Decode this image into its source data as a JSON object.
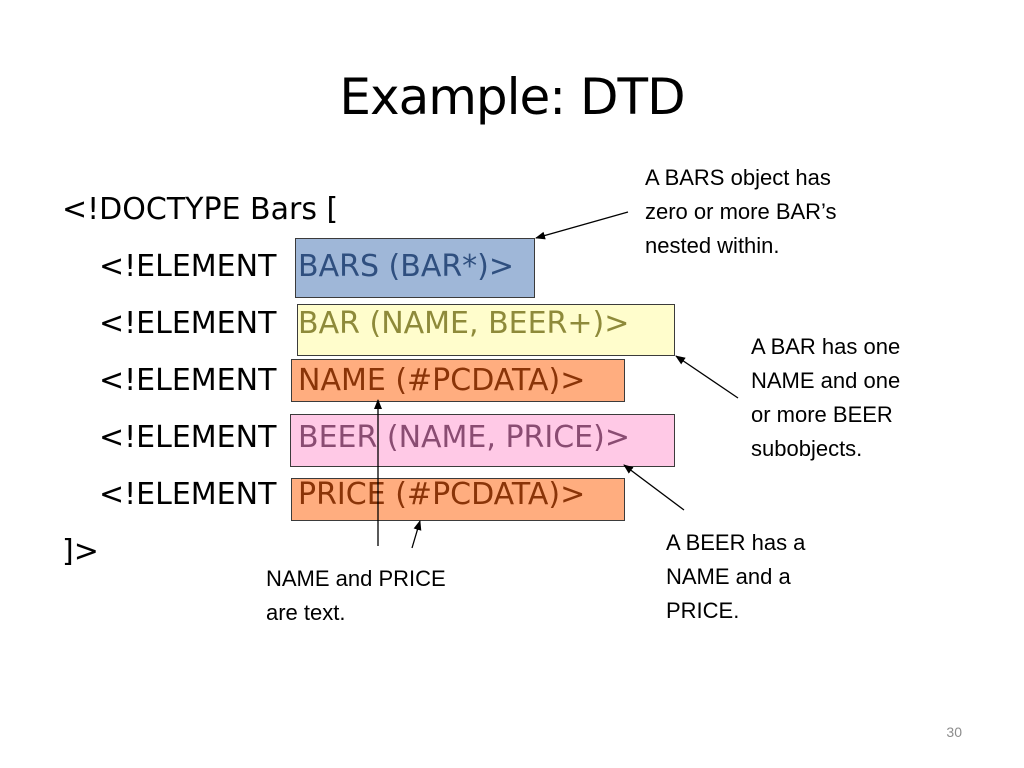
{
  "slide": {
    "title": "Example: DTD",
    "page_number": "30"
  },
  "code": {
    "doctype_open": "<!DOCTYPE Bars [",
    "element_keyword": "<!ELEMENT",
    "lines": [
      {
        "decl": "BARS (BAR*)>"
      },
      {
        "decl": "BAR (NAME, BEER+)>"
      },
      {
        "decl": "NAME (#PCDATA)>"
      },
      {
        "decl": "BEER (NAME, PRICE)>"
      },
      {
        "decl": "PRICE (#PCDATA)>"
      }
    ],
    "doctype_close": "]>"
  },
  "callouts": {
    "bars": "A BARS object has\nzero or more BAR’s\nnested within.",
    "bar": "A BAR has one\nNAME and one\nor more BEER\nsubobjects.",
    "beer": "A BEER has a\nNAME and a\nPRICE.",
    "text": "NAME and PRICE\nare text."
  },
  "colors": {
    "bars_fill": "#9fb7d8",
    "bars_text": "#2f4f7f",
    "bar_fill": "#fffdcc",
    "bar_text": "#8e8a3a",
    "name_fill": "#ffad7f",
    "name_text": "#8a3408",
    "beer_fill": "#ffc9e6",
    "beer_text": "#8a4c72",
    "price_fill": "#ffad7f",
    "price_text": "#8a3408"
  }
}
